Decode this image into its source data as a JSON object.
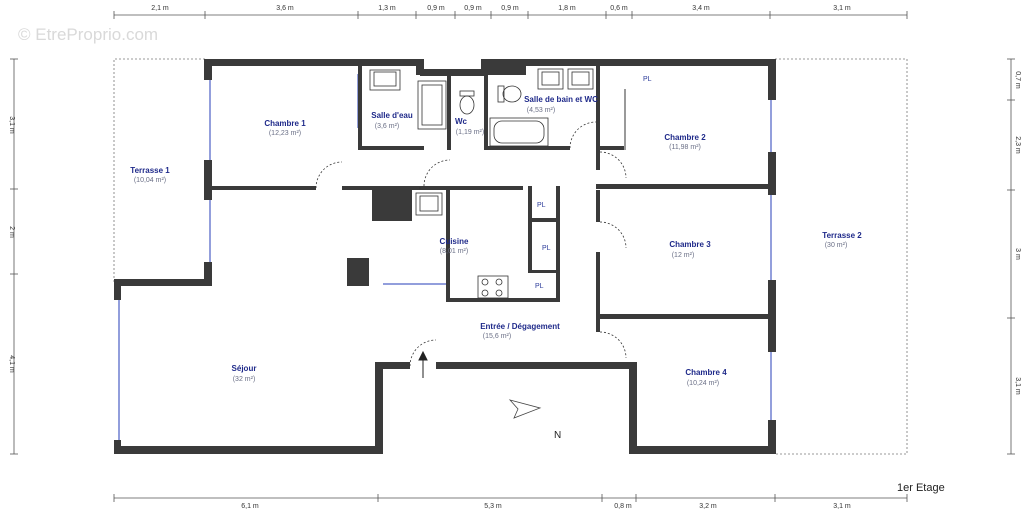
{
  "watermark": "© EtreProprio.com",
  "level_label": "1er Etage",
  "north_label": "N",
  "rooms": {
    "chambre1": {
      "name": "Chambre 1",
      "area": "(12,23 m²)"
    },
    "terrasse1": {
      "name": "Terrasse 1",
      "area": "(10,04 m²)"
    },
    "salle_eau": {
      "name": "Salle d'eau",
      "area": "(3,6 m²)"
    },
    "wc": {
      "name": "Wc",
      "area": "(1,19 m²)"
    },
    "sdb": {
      "name": "Salle de bain et WC",
      "area": "(4,53 m²)"
    },
    "chambre2": {
      "name": "Chambre 2",
      "area": "(11,98 m²)"
    },
    "cuisine": {
      "name": "Cuisine",
      "area": "(8,01 m²)"
    },
    "chambre3": {
      "name": "Chambre 3",
      "area": "(12 m²)"
    },
    "terrasse2": {
      "name": "Terrasse 2",
      "area": "(30 m²)"
    },
    "entree": {
      "name": "Entrée / Dégagement",
      "area": "(15,6 m²)"
    },
    "sejour": {
      "name": "Séjour",
      "area": "(32 m²)"
    },
    "chambre4": {
      "name": "Chambre 4",
      "area": "(10,24 m²)"
    }
  },
  "pl_labels": [
    "PL",
    "PL",
    "PL",
    "PL"
  ],
  "dimensions": {
    "top": [
      "2,1 m",
      "3,6 m",
      "1,3 m",
      "0,9 m",
      "0,9 m",
      "0,9 m",
      "1,8 m",
      "0,6 m",
      "3,4 m",
      "3,1 m"
    ],
    "bottom": [
      "6,1 m",
      "5,3 m",
      "0,8 m",
      "3,2 m",
      "3,1 m"
    ],
    "left": [
      "3,1 m",
      "2 m",
      "4,1 m"
    ],
    "right": [
      "0,7 m",
      "2,3 m",
      "3 m",
      "3,1 m"
    ]
  }
}
